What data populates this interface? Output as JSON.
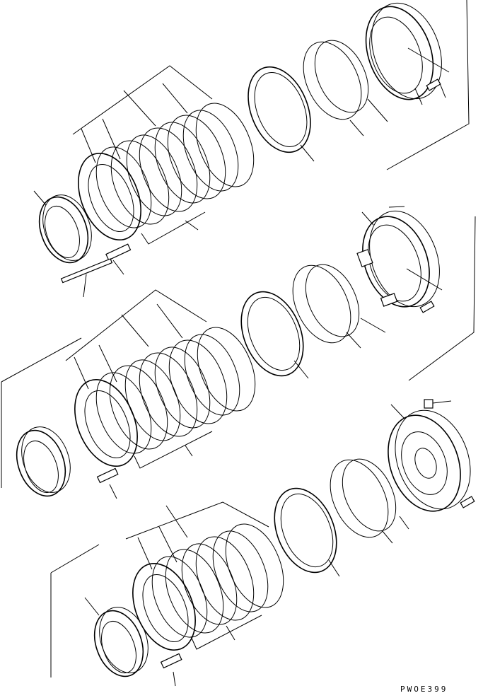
{
  "drawing": {
    "code": "PWOE399"
  },
  "assemblies": [
    {
      "id": "upper",
      "plate_pairs": 5,
      "has_ring_gear": true,
      "has_spring": true,
      "has_pin": true
    },
    {
      "id": "middle",
      "plate_pairs": 5,
      "has_ring_gear": true,
      "has_spring": true,
      "has_pin": false
    },
    {
      "id": "lower",
      "plate_pairs": 4,
      "has_ring_gear": true,
      "has_spring": true,
      "has_pin": false
    }
  ]
}
